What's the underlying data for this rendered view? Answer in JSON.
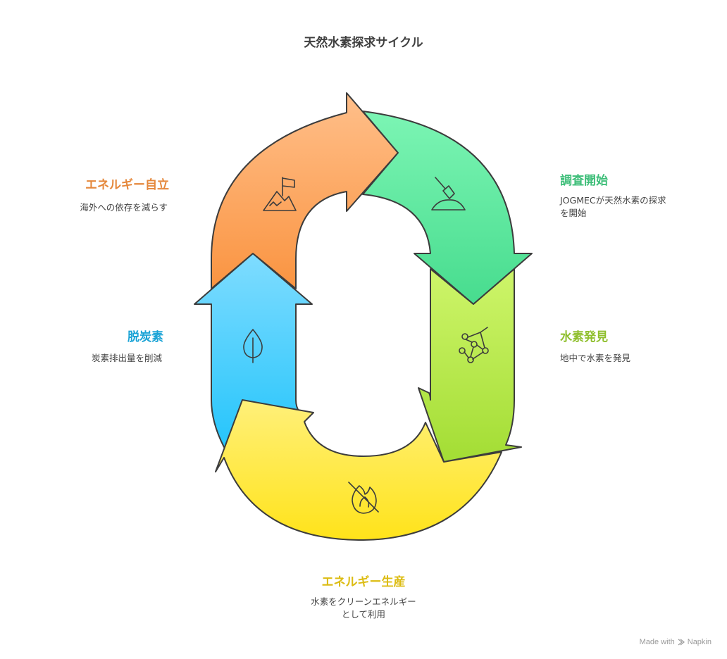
{
  "title": "天然水素探求サイクル",
  "steps": [
    {
      "title": "調査開始",
      "desc_line1": "JOGMECが天然水素の探求",
      "desc_line2": "を開始",
      "color": "#3ebe79",
      "icon": "shovel-icon"
    },
    {
      "title": "水素発見",
      "desc_line1": "地中で水素を発見",
      "color": "#8fbf2d",
      "icon": "network-icon"
    },
    {
      "title": "エネルギー生産",
      "desc_line1": "水素をクリーンエネルギー",
      "desc_line2": "として利用",
      "color": "#dcbc13",
      "icon": "flame-off-icon"
    },
    {
      "title": "脱炭素",
      "desc_line1": "炭素排出量を削減",
      "color": "#1aa3d6",
      "icon": "leaf-icon"
    },
    {
      "title": "エネルギー自立",
      "desc_line1": "海外への依存を減らす",
      "color": "#e5883c",
      "icon": "mountain-flag-icon"
    }
  ],
  "footer": {
    "made_with": "Made with",
    "brand": "Napkin"
  }
}
